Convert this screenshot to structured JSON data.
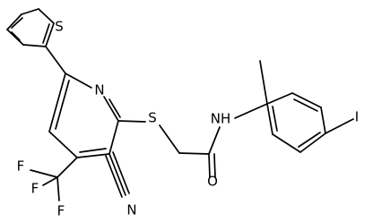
{
  "labels": {
    "thiophene_s": "S",
    "pyridine_n": "N",
    "thioether_s": "S",
    "amide_nh": "NH",
    "carbonyl_o": "O",
    "nitrile_n": "N",
    "iodine": "I",
    "fluorine_1": "F",
    "fluorine_2": "F",
    "fluorine_3": "F"
  }
}
